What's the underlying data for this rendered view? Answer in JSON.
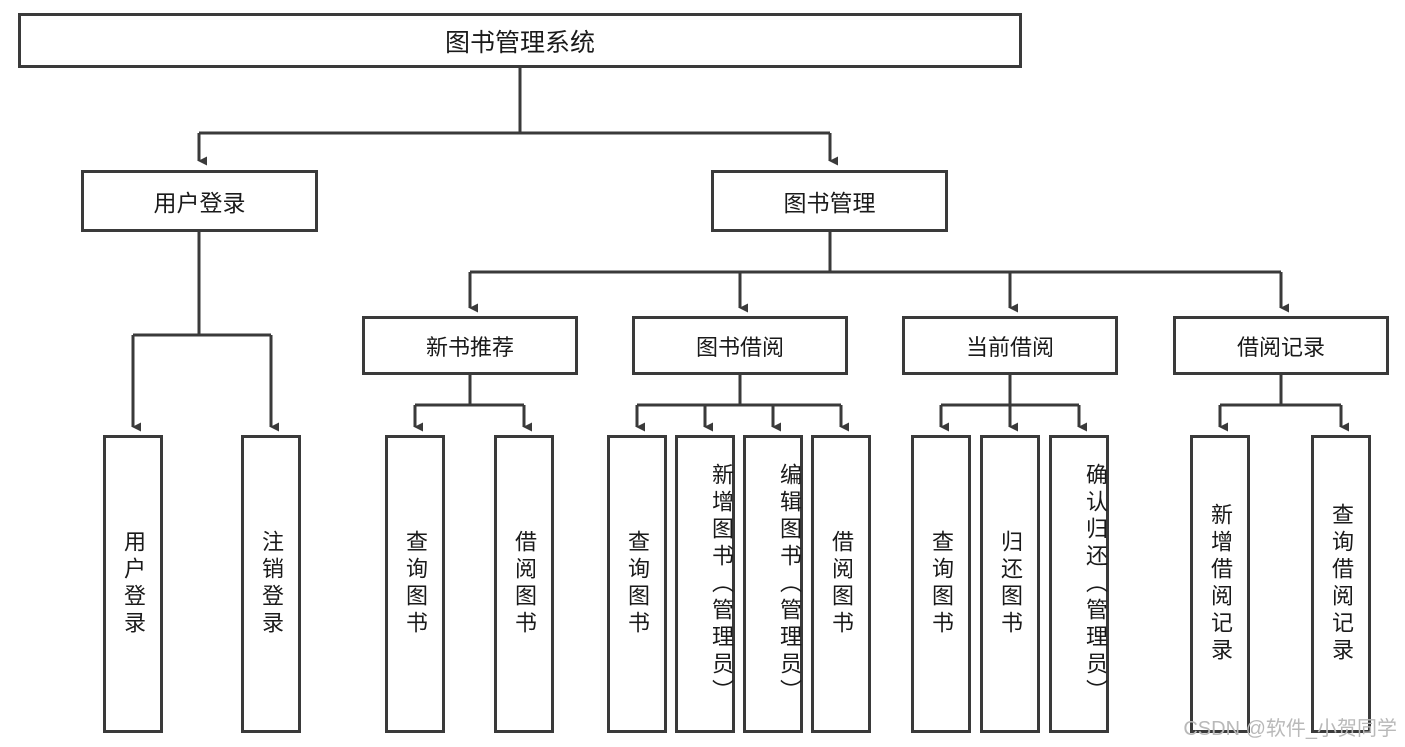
{
  "diagram": {
    "title": "图书管理系统",
    "root": {
      "label": "图书管理系统"
    },
    "level2": [
      {
        "label": "用户登录"
      },
      {
        "label": "图书管理"
      }
    ],
    "level3": [
      {
        "label": "新书推荐"
      },
      {
        "label": "图书借阅"
      },
      {
        "label": "当前借阅"
      },
      {
        "label": "借阅记录"
      }
    ],
    "leaves": {
      "user_login": [
        {
          "label": "用户登录"
        },
        {
          "label": "注销登录"
        }
      ],
      "new_book": [
        {
          "label": "查询图书"
        },
        {
          "label": "借阅图书"
        }
      ],
      "book_borrow": [
        {
          "label": "查询图书"
        },
        {
          "label": "新增图书（管理员）"
        },
        {
          "label": "编辑图书（管理员）"
        },
        {
          "label": "借阅图书"
        }
      ],
      "current_borrow": [
        {
          "label": "查询图书"
        },
        {
          "label": "归还图书"
        },
        {
          "label": "确认归还（管理员）"
        }
      ],
      "borrow_record": [
        {
          "label": "新增借阅记录"
        },
        {
          "label": "查询借阅记录"
        }
      ]
    }
  },
  "watermark": {
    "text": "CSDN @软件_小贺同学"
  },
  "colors": {
    "stroke": "#3a3a3a",
    "background": "#ffffff",
    "text": "#1a1a1a",
    "watermark": "#b9b9b9"
  }
}
